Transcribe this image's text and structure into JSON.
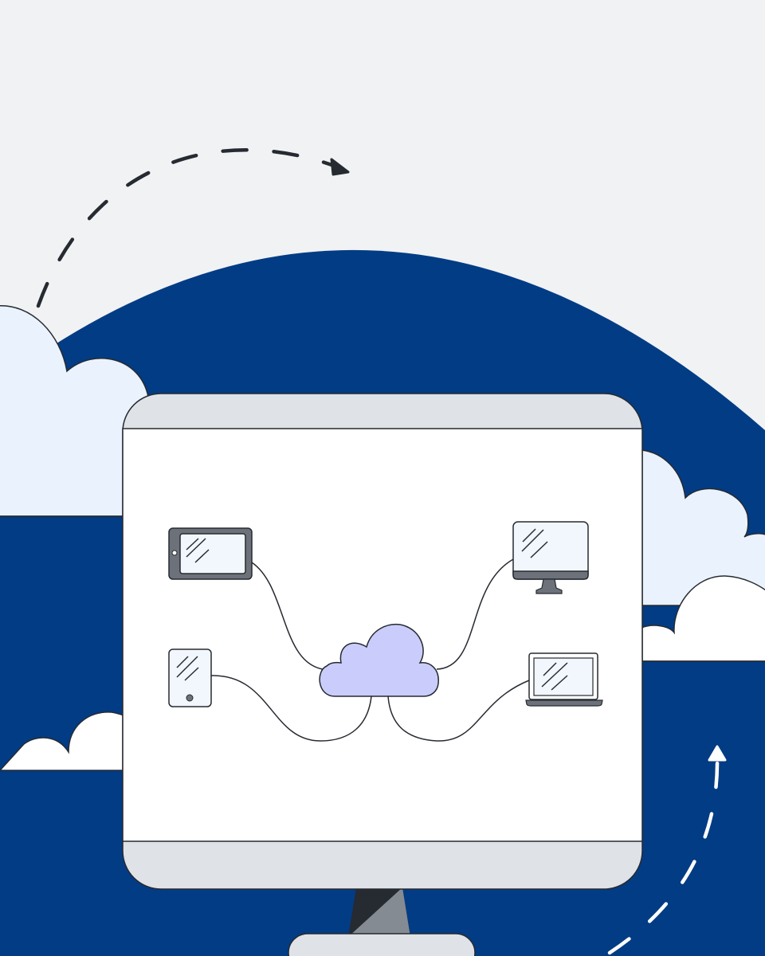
{
  "illustration": {
    "subject": "cloud-connected-devices",
    "devices": [
      {
        "name": "tablet",
        "icon": "tablet-icon"
      },
      {
        "name": "desktop-monitor",
        "icon": "desktop-monitor-icon"
      },
      {
        "name": "phone",
        "icon": "phone-icon"
      },
      {
        "name": "laptop",
        "icon": "laptop-icon"
      }
    ],
    "hub_icon": "cloud-icon"
  },
  "colors": {
    "background": "#f1f2f4",
    "navy": "#023c85",
    "pale_cloud": "#eaf3fd",
    "white": "#ffffff",
    "bezel": "#dfe2e7",
    "outline": "#262a31",
    "cloud_fill": "#cacdfb",
    "device_gray": "#6d717a",
    "stand_gray": "#858b92"
  }
}
